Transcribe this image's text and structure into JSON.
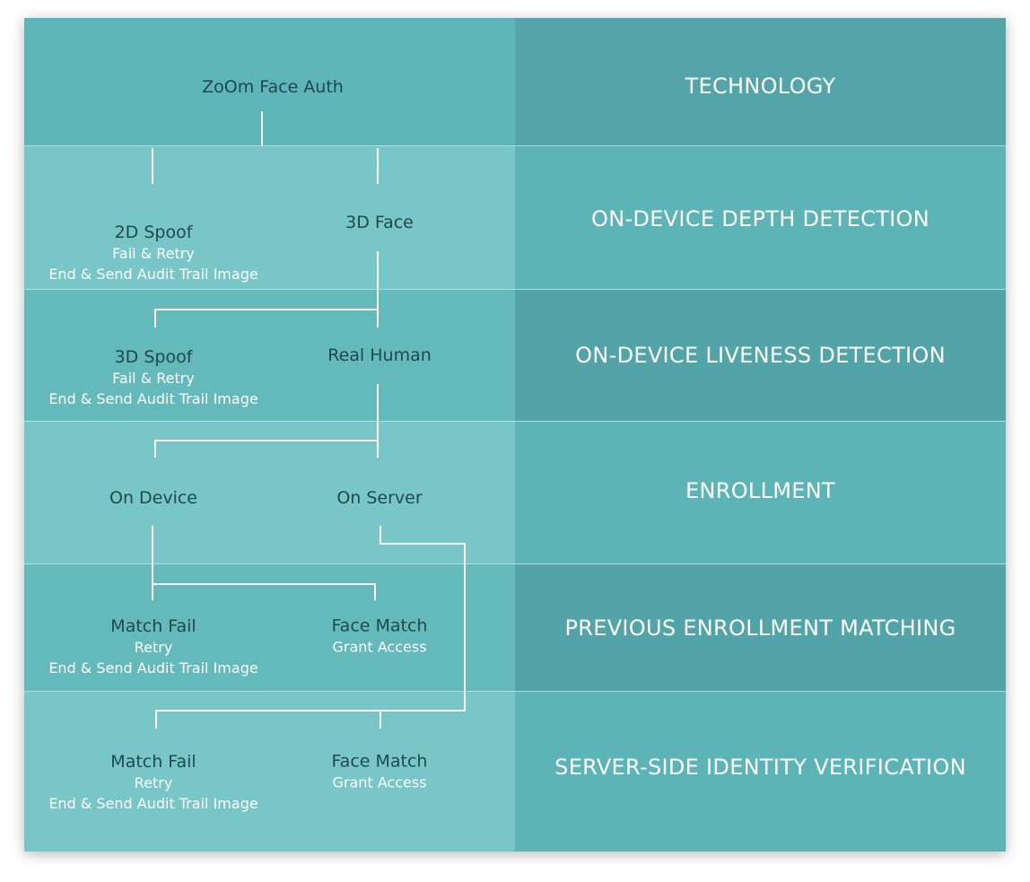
{
  "stages": [
    {
      "label": "TECHNOLOGY"
    },
    {
      "label": "ON-DEVICE DEPTH DETECTION"
    },
    {
      "label": "ON-DEVICE LIVENESS DETECTION"
    },
    {
      "label": "ENROLLMENT"
    },
    {
      "label": "PREVIOUS ENROLLMENT MATCHING"
    },
    {
      "label": "SERVER-SIDE IDENTITY VERIFICATION"
    }
  ],
  "nodes": {
    "zoom_face_auth": {
      "title": "ZoOm Face Auth"
    },
    "spoof_2d": {
      "title": "2D Spoof",
      "lines": [
        "Fail & Retry",
        "End & Send Audit Trail Image"
      ]
    },
    "face_3d": {
      "title": "3D Face"
    },
    "spoof_3d": {
      "title": "3D Spoof",
      "lines": [
        "Fail & Retry",
        "End & Send Audit Trail Image"
      ]
    },
    "real_human": {
      "title": "Real Human"
    },
    "on_device": {
      "title": "On Device"
    },
    "on_server": {
      "title": "On Server"
    },
    "prev_match_fail": {
      "title": "Match Fail",
      "lines": [
        "Retry",
        "End & Send Audit Trail Image"
      ]
    },
    "prev_face_match": {
      "title": "Face Match",
      "lines": [
        "Grant Access"
      ]
    },
    "server_match_fail": {
      "title": "Match Fail",
      "lines": [
        "Retry",
        "End & Send Audit Trail Image"
      ]
    },
    "server_face_match": {
      "title": "Face Match",
      "lines": [
        "Grant Access"
      ]
    }
  },
  "colors": {
    "node_title": "#1f4a4c",
    "sub_text": "#ffffff",
    "connector": "#ffffff"
  }
}
